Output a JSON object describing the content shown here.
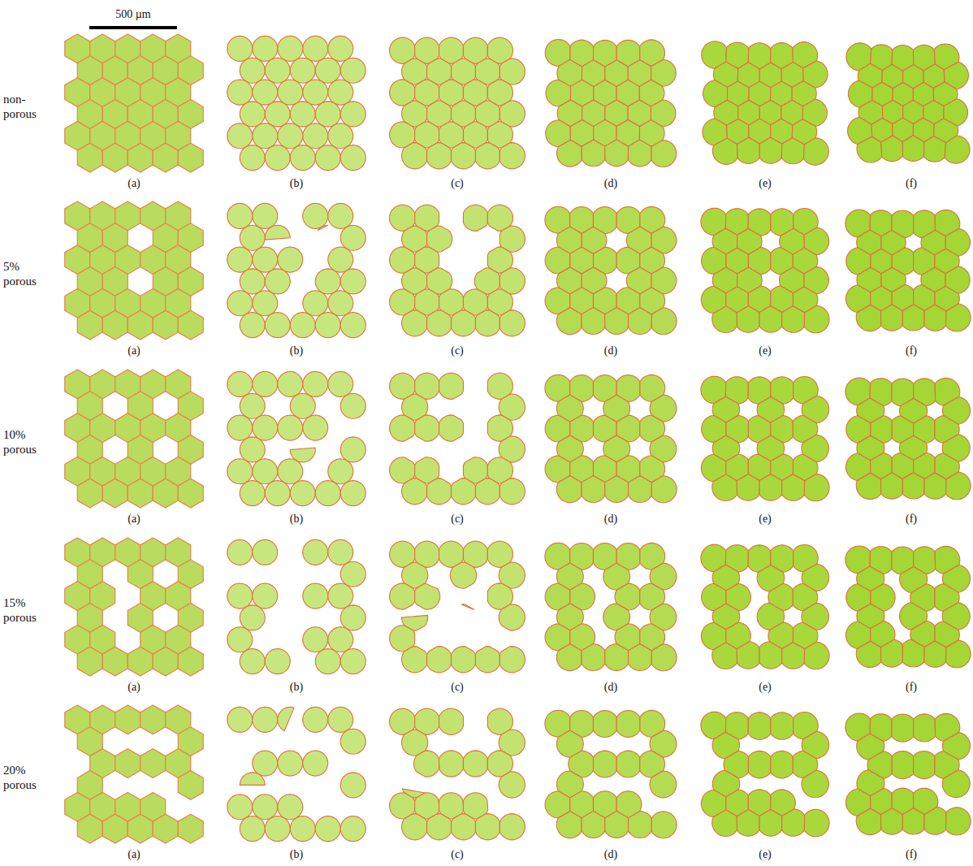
{
  "diagram": {
    "labels": [
      "500 µm",
      "non- porous",
      "(a)",
      "(b)",
      "(c)",
      "(d)",
      "(e)",
      "(f)",
      "5% porous",
      "(a)",
      "(b)",
      "(c)",
      "(d)",
      "(e)",
      "(f)",
      "10% porous",
      "(a)",
      "(b)",
      "(c)",
      "(d)",
      "(e)",
      "(f)",
      "15% porous",
      "(a)",
      "(b)",
      "(c)",
      "(d)",
      "(e)",
      "(f)",
      "20% porous",
      "(a)",
      "(b)",
      "(c)",
      "(d)",
      "(e)",
      "(f)"
    ]
  }
}
